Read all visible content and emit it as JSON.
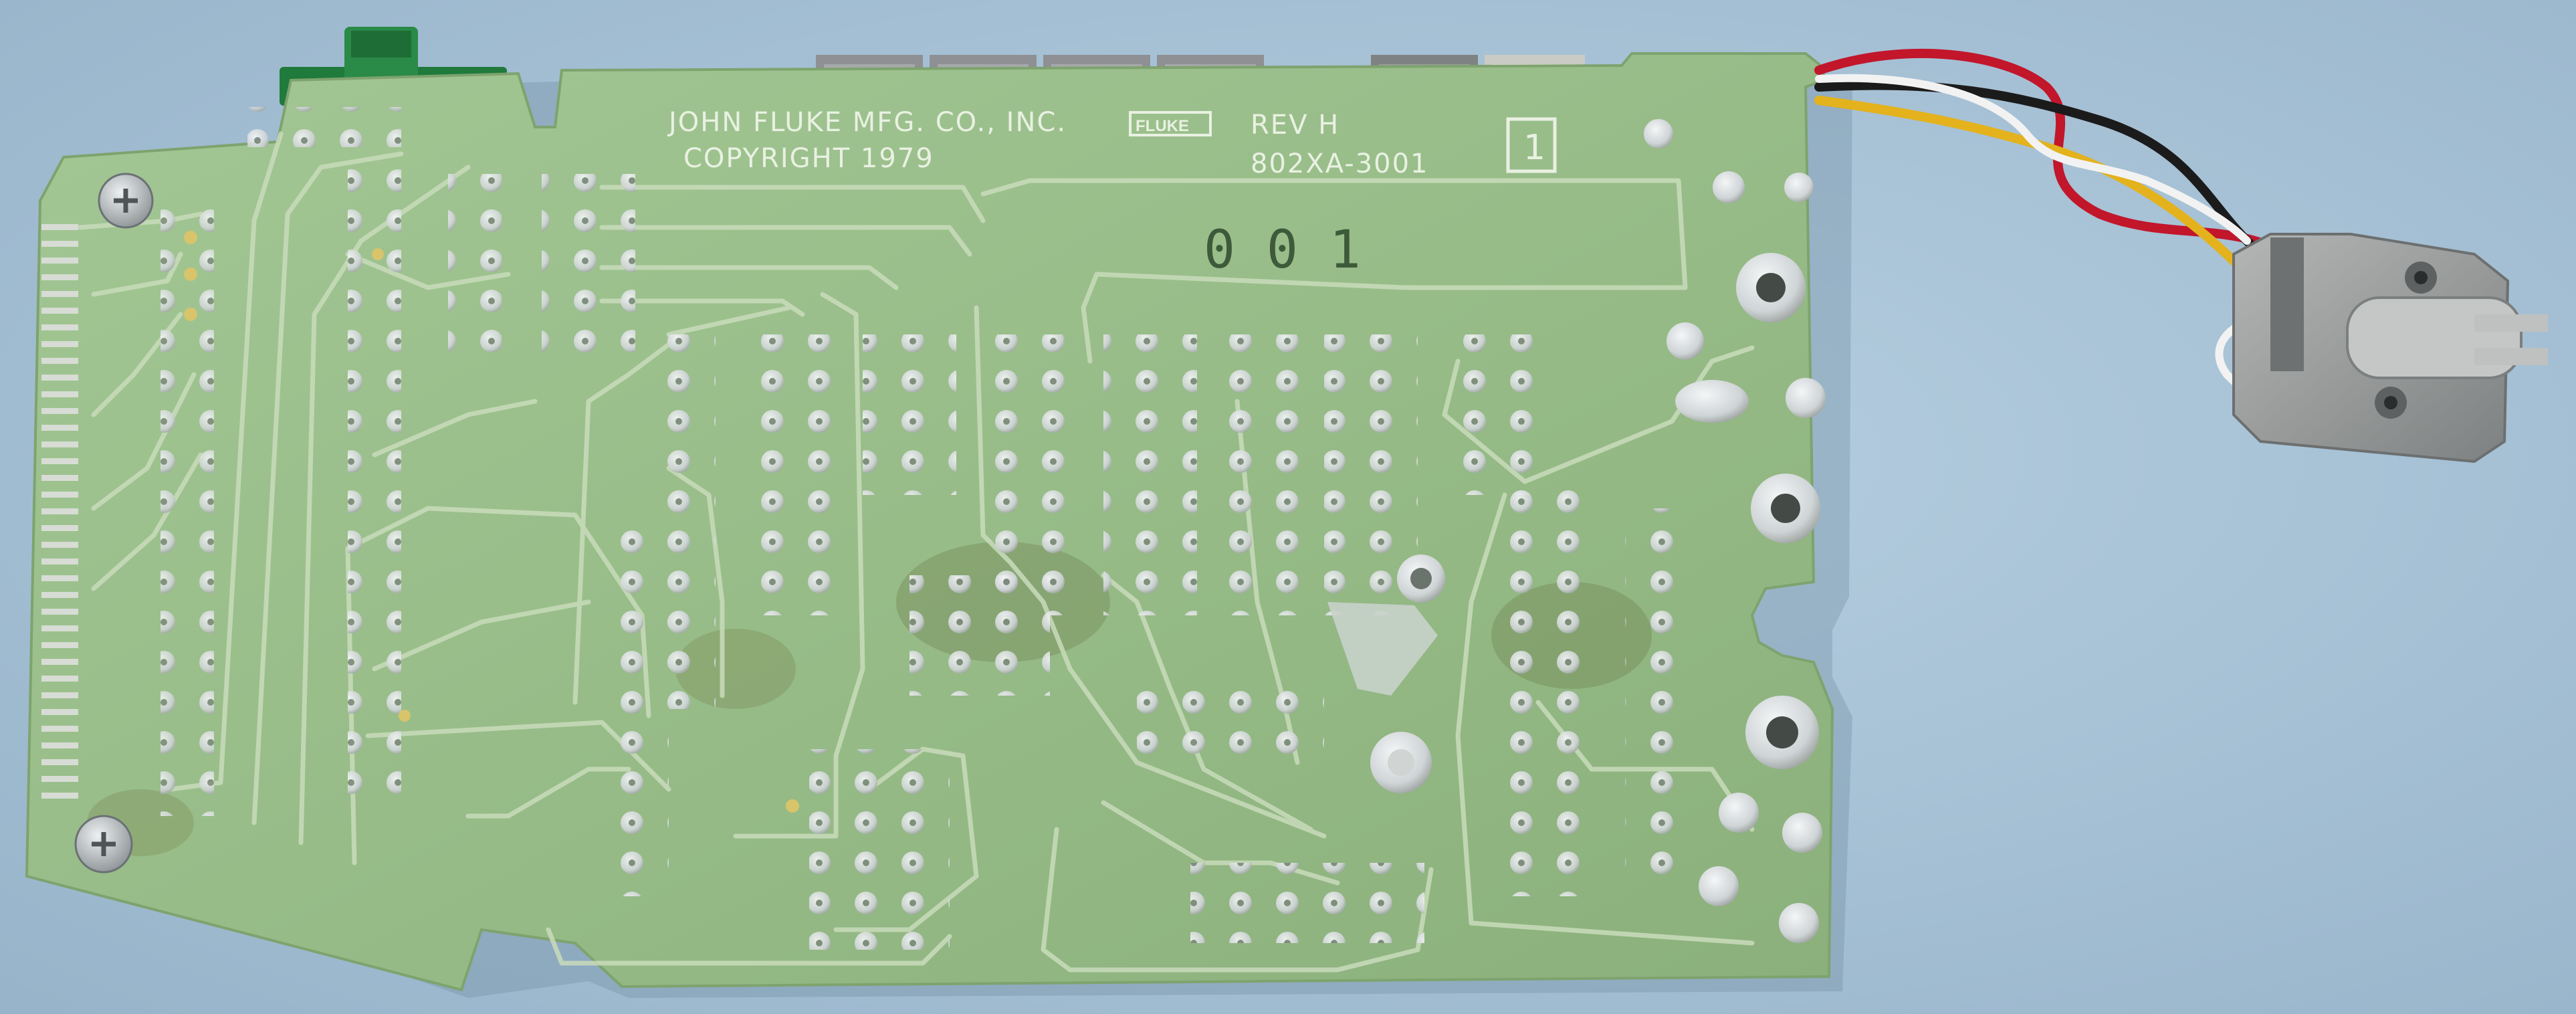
{
  "photo": {
    "subject": "printed-circuit-board-solder-side",
    "colors": {
      "background": "#a9c4d8",
      "board": "#9bbf8c",
      "trace": "#c9dcbb",
      "pad": "#d9dde0",
      "silkscreen": "#e9f1e2",
      "connector_green": "#1f7a3c",
      "button_grey": "#8e9093",
      "wire_red": "#c2162b",
      "wire_black": "#1b1b1b",
      "wire_yellow": "#e3b21d",
      "wire_white": "#f2f2f2",
      "fuse_holder": "#9a9c9c"
    }
  },
  "silkscreen": {
    "maker_line": "JOHN FLUKE MFG. CO., INC.",
    "copyright_line": "COPYRIGHT 1979",
    "logo": "FLUKE",
    "revision": "REV H",
    "part_number": "802XA-3001",
    "corner_mark": "1",
    "serial_stamp": "0 0 1"
  }
}
